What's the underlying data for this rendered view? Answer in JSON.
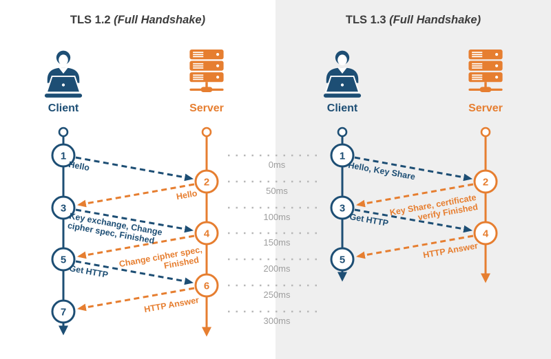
{
  "colors": {
    "blue": "#1d4e74",
    "orange": "#e67e30",
    "panel_bg": "#efefef",
    "timeline_gray": "#9e9e9e"
  },
  "tls12": {
    "title": "TLS 1.2",
    "title_suffix": "(Full Handshake)",
    "client_label": "Client",
    "server_label": "Server",
    "steps": [
      "1",
      "2",
      "3",
      "4",
      "5",
      "6",
      "7"
    ],
    "messages": [
      {
        "line1": "Hello",
        "direction": "client-to-server"
      },
      {
        "line1": "Hello",
        "direction": "server-to-client"
      },
      {
        "line1": "Key exchange, Change",
        "line2": "cipher spec, Finished",
        "direction": "client-to-server"
      },
      {
        "line1": "Change cipher spec,",
        "line2": "Finished",
        "direction": "server-to-client"
      },
      {
        "line1": "Get HTTP",
        "direction": "client-to-server"
      },
      {
        "line1": "HTTP Answer",
        "direction": "server-to-client"
      }
    ]
  },
  "tls13": {
    "title": "TLS 1.3",
    "title_suffix": "(Full Handshake)",
    "client_label": "Client",
    "server_label": "Server",
    "steps": [
      "1",
      "2",
      "3",
      "4",
      "5"
    ],
    "messages": [
      {
        "line1": "Hello, Key Share",
        "direction": "client-to-server"
      },
      {
        "line1": "Key Share, certificate",
        "line2": "verify  Finished",
        "direction": "server-to-client"
      },
      {
        "line1": "Get HTTP",
        "direction": "client-to-server"
      },
      {
        "line1": "HTTP Answer",
        "direction": "server-to-client"
      }
    ]
  },
  "timeline": {
    "labels": [
      "0ms",
      "50ms",
      "100ms",
      "150ms",
      "200ms",
      "250ms",
      "300ms"
    ]
  }
}
